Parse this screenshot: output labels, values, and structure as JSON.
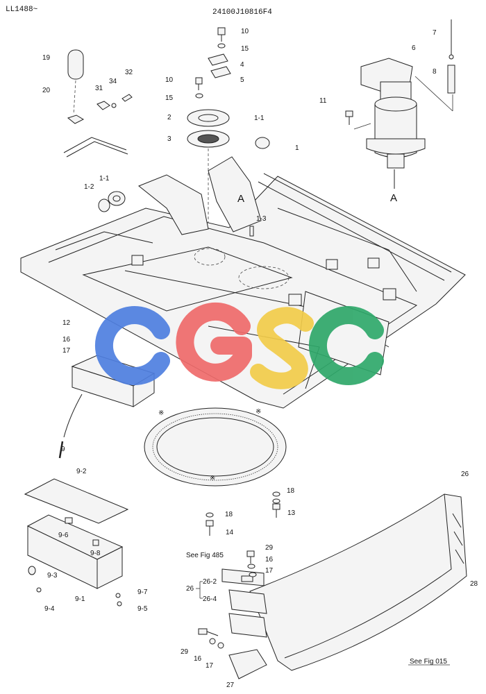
{
  "header": {
    "serial_range": "LL1488~",
    "figure_code": "24100J10816F4"
  },
  "watermark": {
    "text": "CGSC",
    "colors": [
      "#4f7fe0",
      "#ef6b6b",
      "#f2cc4a",
      "#2fa86a"
    ]
  },
  "callouts": {
    "c19": "19",
    "c20": "20",
    "c31": "31",
    "c34": "34",
    "c32": "32",
    "c10a": "10",
    "c15a": "15",
    "c4": "4",
    "c5": "5",
    "c10b": "10",
    "c15b": "15",
    "c2": "2",
    "c3": "3",
    "c1_1a": "1-1",
    "c1": "1",
    "c1_1b": "1-1",
    "c1_2": "1-2",
    "c1_3": "1-3",
    "c6": "6",
    "c7": "7",
    "c8": "8",
    "c11": "11",
    "c12": "12",
    "c16a": "16",
    "c17a": "17",
    "c9": "9",
    "c9_2": "9-2",
    "c18a": "18",
    "c13": "13",
    "c18b": "18",
    "c14": "14",
    "c29a": "29",
    "c16b": "16",
    "c17b": "17",
    "c26": "26",
    "c26_2": "26-2",
    "c26_4": "26-4",
    "c9_6": "9-6",
    "c9_8": "9-8",
    "c9_3": "9-3",
    "c9_1": "9-1",
    "c9_4": "9-4",
    "c9_7": "9-7",
    "c9_5": "9-5",
    "c29b": "29",
    "c16c": "16",
    "c17c": "17",
    "c27": "27",
    "c26b": "26",
    "c28": "28"
  },
  "view_markers": {
    "a_top": "A",
    "a_motor": "A"
  },
  "references": {
    "fig485": "See Fig 485",
    "fig015": "See Fig 015"
  }
}
